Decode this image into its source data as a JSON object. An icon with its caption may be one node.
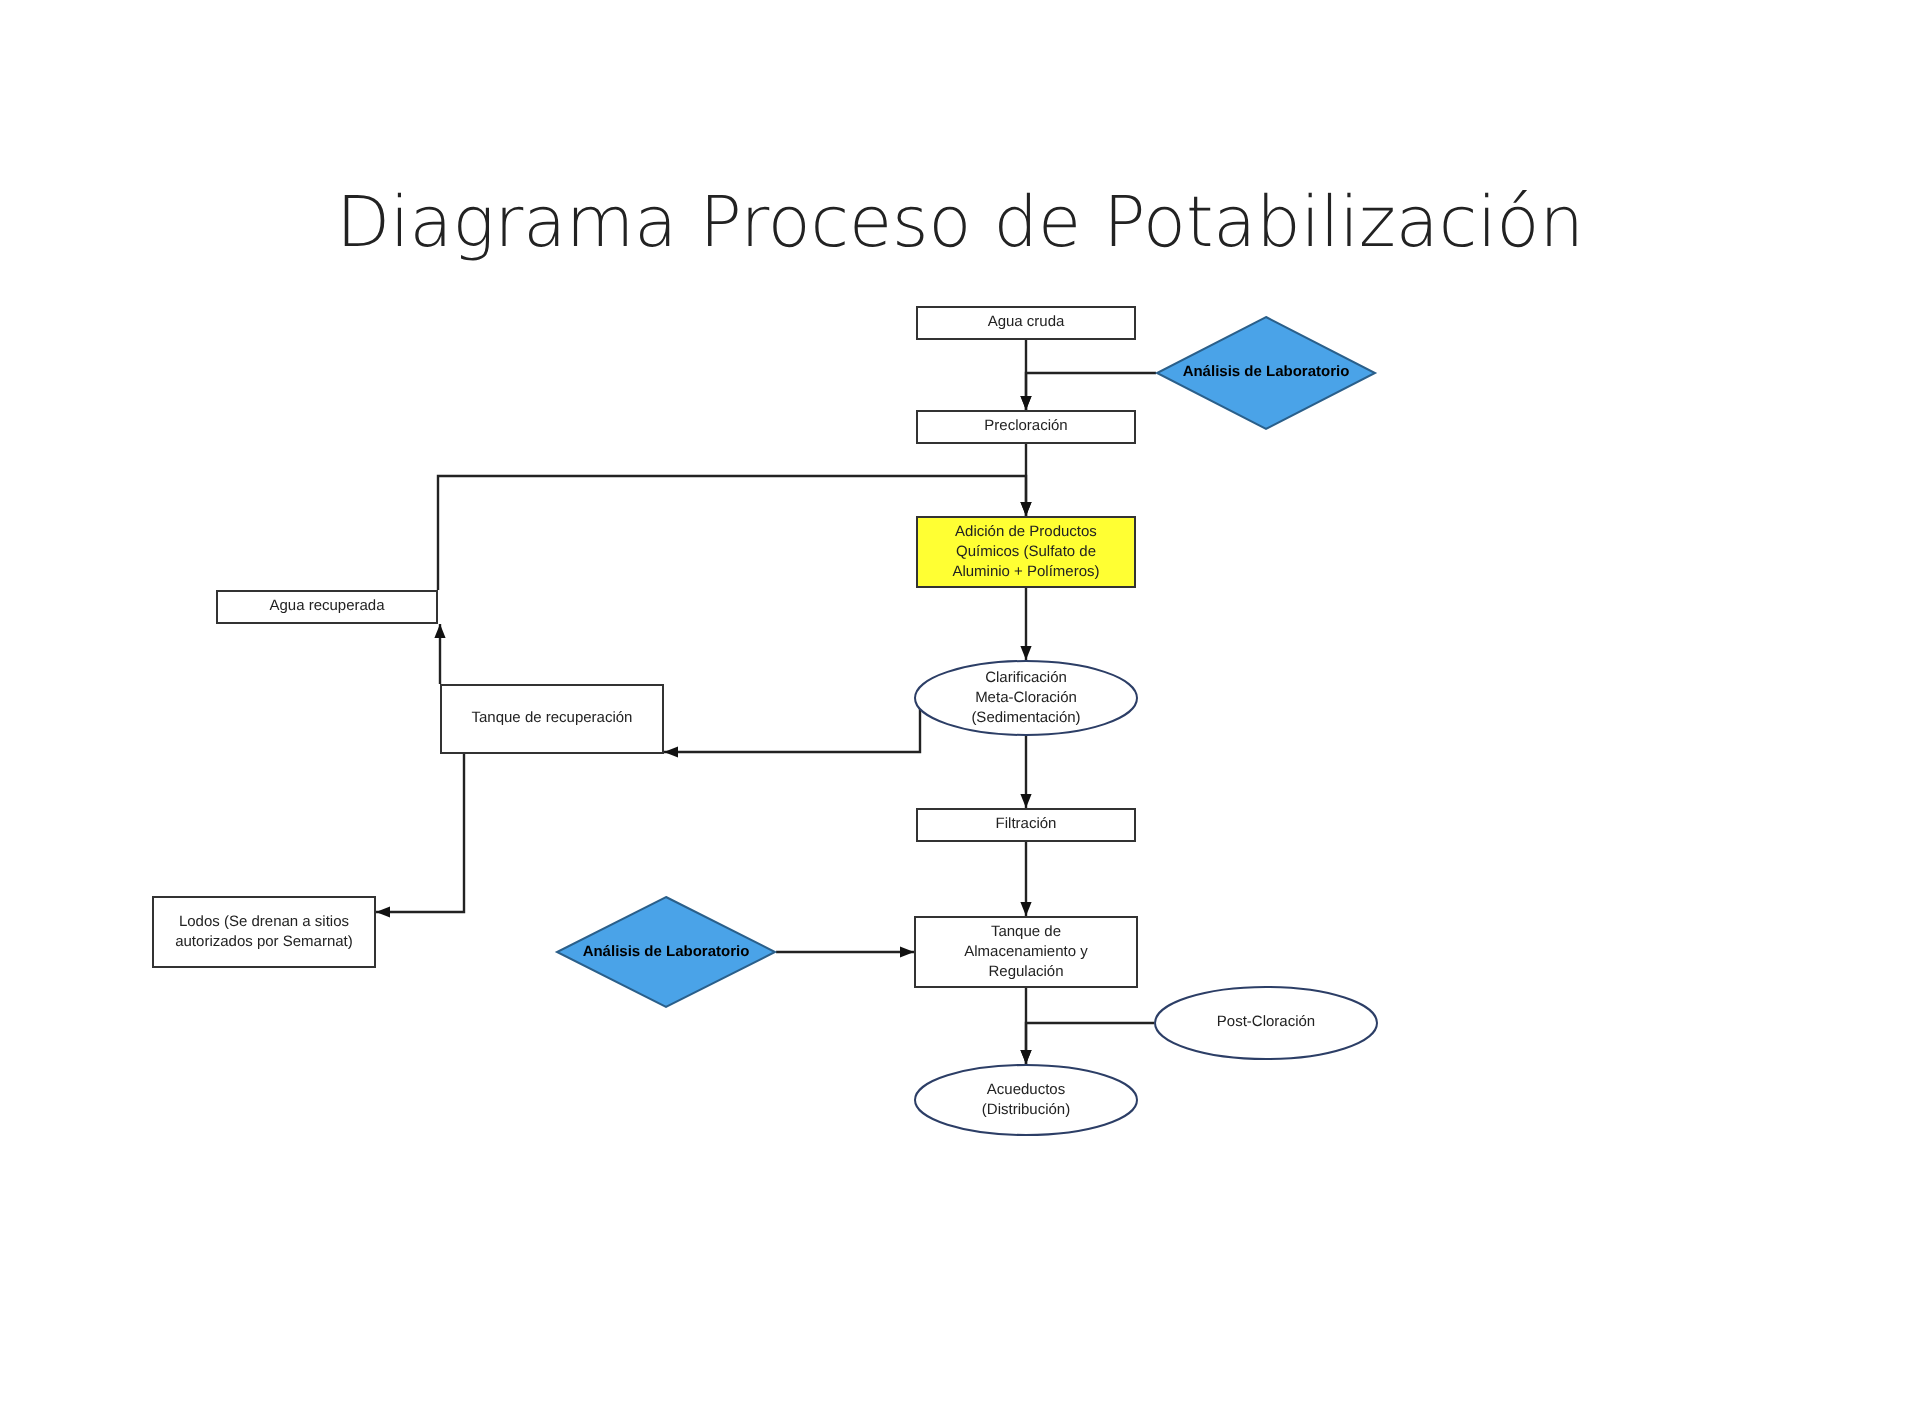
{
  "diagram": {
    "title": "Diagrama Proceso de Potabilización",
    "nodes": [
      {
        "text": [
          "Agua cruda"
        ]
      },
      {
        "text": [
          "Análisis de Laboratorio"
        ]
      },
      {
        "text": [
          "Precloración"
        ]
      },
      {
        "text": [
          "Adición de Productos Químicos (Sulfato de Aluminio + Polímeros)"
        ]
      },
      {
        "text": [
          "Clarificación Meta-Cloración (Sedimentación)"
        ]
      },
      {
        "text": [
          "Filtración"
        ]
      },
      {
        "text": [
          "Tanque de recuperación"
        ]
      },
      {
        "text": [
          "Agua recuperada"
        ]
      },
      {
        "text": [
          "Lodos (Se drenan a sitios autorizados por Semarnat)"
        ]
      },
      {
        "text": [
          "Análisis de Laboratorio"
        ]
      },
      {
        "text": [
          "Tanque de Almacenamiento y Regulación"
        ]
      },
      {
        "text": [
          "Post-Cloración"
        ]
      },
      {
        "text": [
          "Acueductos (Distribución)"
        ]
      }
    ],
    "edges": [
      {
        "from": 0,
        "to": 2,
        "arrow": "to"
      },
      {
        "from": 1,
        "to": 2,
        "arrow": "to"
      },
      {
        "from": 2,
        "to": 3,
        "arrow": "to"
      },
      {
        "from": 3,
        "to": 4,
        "arrow": "to"
      },
      {
        "from": 4,
        "to": 5,
        "arrow": "to"
      },
      {
        "from": 4,
        "to": 6,
        "arrow": "to"
      },
      {
        "from": 6,
        "to": 7,
        "arrow": "to"
      },
      {
        "from": 7,
        "to": 3,
        "arrow": "to"
      },
      {
        "from": 6,
        "to": 8,
        "arrow": "to"
      },
      {
        "from": 5,
        "to": 10,
        "arrow": "to"
      },
      {
        "from": 9,
        "to": 10,
        "arrow": "to"
      },
      {
        "from": 10,
        "to": 12,
        "arrow": "to"
      },
      {
        "from": 11,
        "to": 12,
        "arrow": "to"
      }
    ]
  }
}
